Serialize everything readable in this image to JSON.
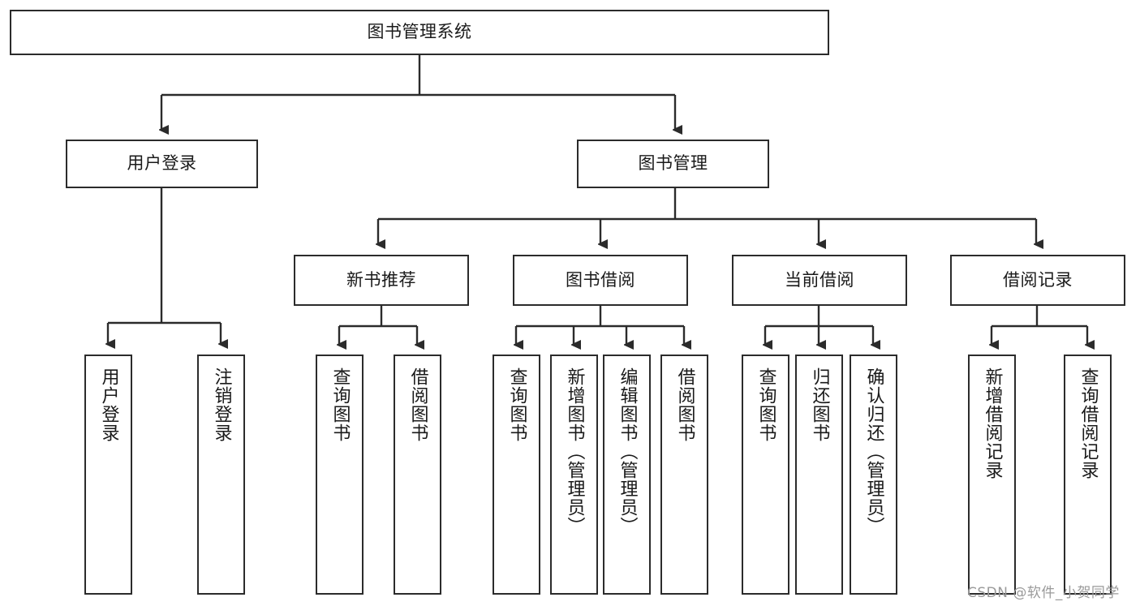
{
  "diagram": {
    "title_node": {
      "label": "图书管理系统"
    },
    "level2": [
      {
        "label": "用户登录"
      },
      {
        "label": "图书管理"
      }
    ],
    "level3": [
      {
        "label": "新书推荐"
      },
      {
        "label": "图书借阅"
      },
      {
        "label": "当前借阅"
      },
      {
        "label": "借阅记录"
      }
    ],
    "leaves": {
      "user_login": [
        {
          "label": "用户登录"
        },
        {
          "label": "注销登录"
        }
      ],
      "new_book_recommend": [
        {
          "label": "查询图书"
        },
        {
          "label": "借阅图书"
        }
      ],
      "book_borrow": [
        {
          "label": "查询图书"
        },
        {
          "label": "新增图书（管理员）"
        },
        {
          "label": "编辑图书（管理员）"
        },
        {
          "label": "借阅图书"
        }
      ],
      "current_borrow": [
        {
          "label": "查询图书"
        },
        {
          "label": "归还图书"
        },
        {
          "label": "确认归还（管理员）"
        }
      ],
      "borrow_record": [
        {
          "label": "新增借阅记录"
        },
        {
          "label": "查询借阅记录"
        }
      ]
    }
  },
  "watermark": {
    "text": "CSDN @软件_小贺同学"
  },
  "colors": {
    "stroke": "#2b2b2b",
    "box_fill": "#ffffff",
    "text": "#1a1a1a",
    "watermark": "#9a9a9a",
    "background": "#ffffff"
  }
}
